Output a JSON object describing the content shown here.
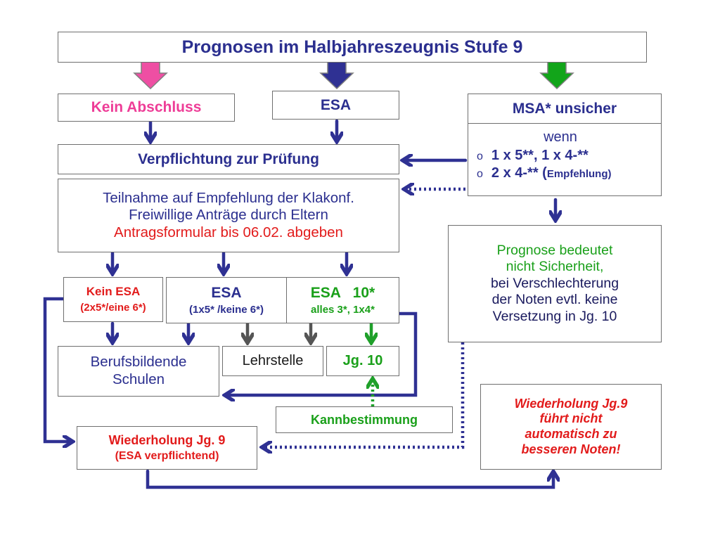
{
  "title": "Prognosen im Halbjahreszeugnis Stufe 9",
  "colors": {
    "blue_text": "#2b2f8f",
    "pink": "#ee3d97",
    "green": "#1aa01a",
    "red": "#e21b1b",
    "arrow": "#2f3193",
    "gray_arrow": "#555555",
    "green_arrow": "#1fa02a"
  },
  "kein_abschluss": "Kein Abschluss",
  "esa_top": "ESA",
  "msa": {
    "header": "MSA* unsicher",
    "wenn": "wenn",
    "bullet1": "1 x 5**, 1 x 4-**",
    "bullet2_main": "2 x 4-** (",
    "bullet2_small": "Empfehlung)"
  },
  "verpflichtung": "Verpflichtung zur Prüfung",
  "teilnahme": {
    "line1": "Teilnahme auf Empfehlung der Klakonf.",
    "line2": "Freiwillige Anträge durch Eltern",
    "line3": "Antragsformular bis 06.02. abgeben"
  },
  "prognose": {
    "line1": "Prognose bedeutet",
    "line2": "nicht Sicherheit,",
    "line3": "bei Verschlechterung",
    "line4": "der Noten evtl. keine",
    "line5": "Versetzung in Jg. 10"
  },
  "kein_esa": {
    "title": "Kein ESA",
    "sub": "(2x5*/eine 6*)"
  },
  "esa_mid": {
    "title": "ESA",
    "sub": "(1x5* /keine 6*)"
  },
  "esa10": {
    "title": "ESA   10*",
    "sub": "alles 3*, 1x4*"
  },
  "berufsbildende": {
    "line1": "Berufsbildende",
    "line2": "Schulen"
  },
  "lehrstelle": "Lehrstelle",
  "jg10": "Jg. 10",
  "kannbestimmung": "Kannbestimmung",
  "wiederholung": {
    "line1": "Wiederholung Jg. 9",
    "line2": "(ESA verpflichtend)"
  },
  "wiederholung_note": {
    "line1": "Wiederholung Jg.9",
    "line2": "führt nicht",
    "line3": "automatisch zu",
    "line4": "besseren Noten!"
  }
}
